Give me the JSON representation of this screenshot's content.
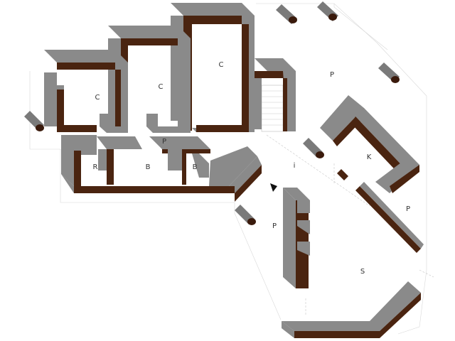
{
  "colors": {
    "wall_top": "#8a8a8a",
    "wall_side": "#4a2410",
    "column_top": "#7a7a7a",
    "column_end": "#3a1a0c",
    "outline": "#d8d8d8"
  },
  "rooms": {
    "c1": "C",
    "c2": "C",
    "c3": "C",
    "p_top": "P",
    "p_mid": "P",
    "r": "R",
    "b1": "B",
    "b2": "B",
    "i": "i",
    "k": "K",
    "p_right": "P",
    "p_left": "P",
    "s": "S"
  }
}
